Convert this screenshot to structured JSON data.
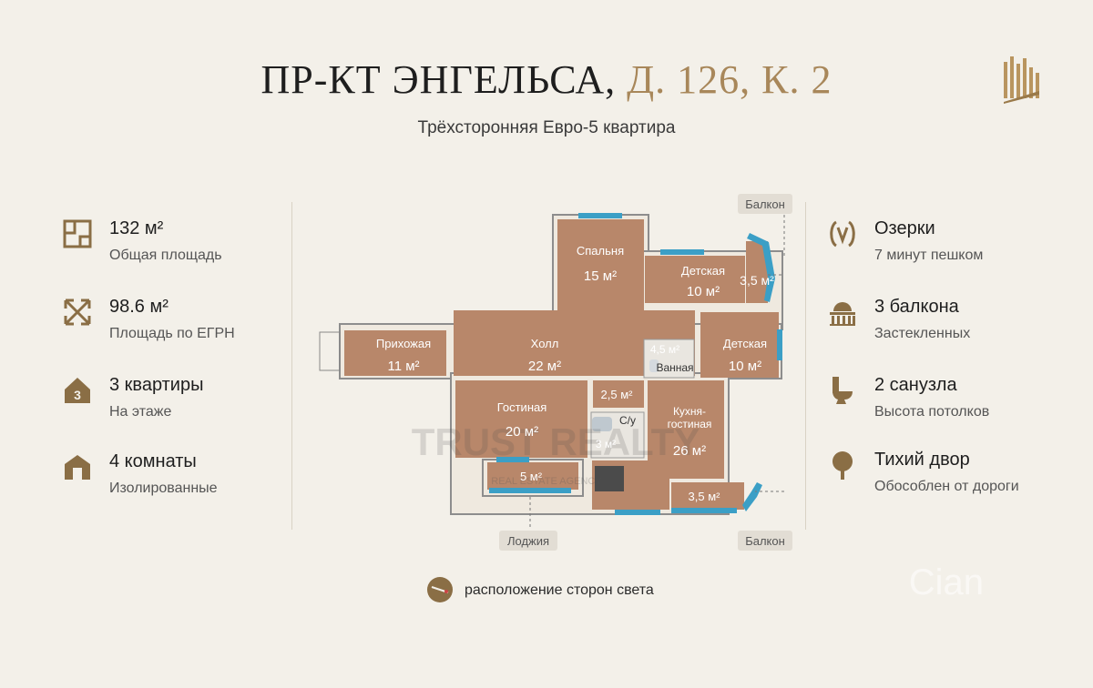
{
  "header": {
    "title_main": "ПР-КТ ЭНГЕЛЬСА,",
    "title_accent": "Д. 126, К. 2",
    "subtitle": "Трёхсторонняя Евро-5 квартира"
  },
  "left_features": [
    {
      "icon": "floorplan-icon",
      "main": "132 м²",
      "sub": "Общая площадь"
    },
    {
      "icon": "expand-arrows-icon",
      "main": "98.6 м²",
      "sub": "Площадь по ЕГРН"
    },
    {
      "icon": "house-number-icon",
      "main": "3 квартиры",
      "sub": "На этаже"
    },
    {
      "icon": "rooms-icon",
      "main": "4 комнаты",
      "sub": "Изолированные"
    }
  ],
  "right_features": [
    {
      "icon": "metro-icon",
      "main": "Озерки",
      "sub": "7 минут пешком"
    },
    {
      "icon": "balcony-icon",
      "main": "3 балкона",
      "sub": "Застекленных"
    },
    {
      "icon": "toilet-icon",
      "main": "2 санузла",
      "sub": "Высота потолков"
    },
    {
      "icon": "tree-icon",
      "main": "Тихий двор",
      "sub": "Обособлен от дороги"
    }
  ],
  "plan": {
    "rooms": {
      "bedroom": {
        "name": "Спальня",
        "area": "15 м²"
      },
      "kids1": {
        "name": "Детская",
        "area": "10 м²"
      },
      "balcony_small": {
        "area": "3,5 м²"
      },
      "hallway": {
        "name": "Прихожая",
        "area": "11 м²"
      },
      "hall": {
        "name": "Холл",
        "area": "22 м²"
      },
      "bathroom": {
        "name": "Ванная",
        "area": "4,5 м²"
      },
      "kids2": {
        "name": "Детская",
        "area": "10 м²"
      },
      "living": {
        "name": "Гостиная",
        "area": "20 м²"
      },
      "closet": {
        "area": "2,5 м²"
      },
      "wc": {
        "name": "С/у",
        "area": "3 м²"
      },
      "kitchen": {
        "name": "Кухня-\nгостиная",
        "area": "26 м²"
      },
      "loggia": {
        "area": "5 м²"
      },
      "balcony_bottom": {
        "area": "3,5 м²"
      }
    },
    "tags": {
      "balcony_top": "Балкон",
      "balcony_bottom": "Балкон",
      "loggia": "Лоджия"
    },
    "watermark_brand": "TRUST REALTY",
    "watermark_sub": "REAL ESTATE AGENCY"
  },
  "footer": {
    "compass_label": "расположение сторон света"
  },
  "corner_watermark": "Cian"
}
